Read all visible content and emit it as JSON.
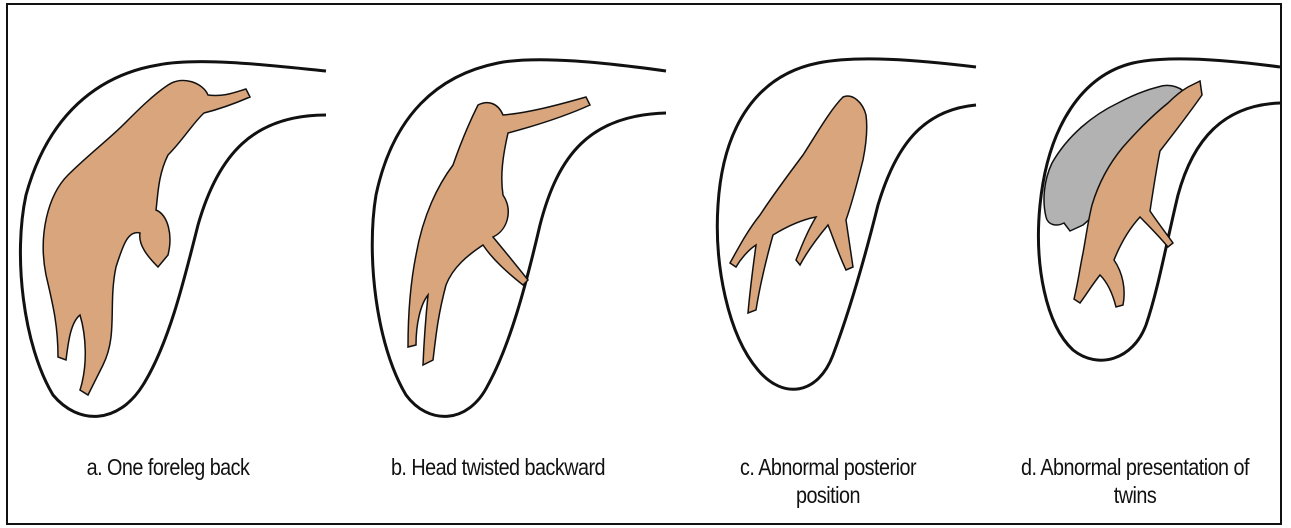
{
  "colors": {
    "calf": "#d9a57c",
    "twin": "#b2b2b2",
    "outline": "#111111",
    "background": "#ffffff"
  },
  "panels": [
    {
      "id": "a",
      "caption_lines": [
        "a. One foreleg back"
      ]
    },
    {
      "id": "b",
      "caption_lines": [
        "b. Head twisted backward"
      ]
    },
    {
      "id": "c",
      "caption_lines": [
        "c. Abnormal posterior",
        "position"
      ]
    },
    {
      "id": "d",
      "caption_lines": [
        "d. Abnormal presentation of",
        "twins"
      ]
    }
  ]
}
